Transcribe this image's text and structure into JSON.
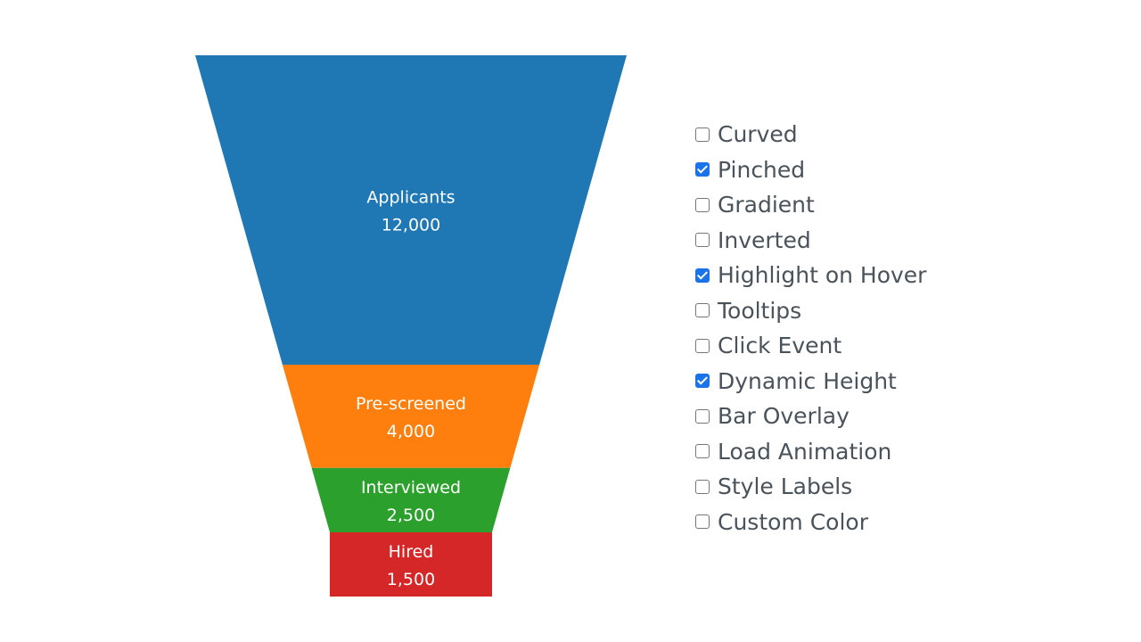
{
  "chart_data": {
    "type": "funnel",
    "categories": [
      "Applicants",
      "Pre-screened",
      "Interviewed",
      "Hired"
    ],
    "values": [
      12000,
      4000,
      2500,
      1500
    ],
    "value_labels": [
      "12,000",
      "4,000",
      "2,500",
      "1,500"
    ],
    "colors": [
      "#1f77b4",
      "#ff7f0e",
      "#2ca02c",
      "#d62728"
    ],
    "label_color": "#ffffff",
    "pinched": true,
    "dynamic_height": true
  },
  "options": [
    {
      "label": "Curved",
      "checked": false
    },
    {
      "label": "Pinched",
      "checked": true
    },
    {
      "label": "Gradient",
      "checked": false
    },
    {
      "label": "Inverted",
      "checked": false
    },
    {
      "label": "Highlight on Hover",
      "checked": true
    },
    {
      "label": "Tooltips",
      "checked": false
    },
    {
      "label": "Click Event",
      "checked": false
    },
    {
      "label": "Dynamic Height",
      "checked": true
    },
    {
      "label": "Bar Overlay",
      "checked": false
    },
    {
      "label": "Load Animation",
      "checked": false
    },
    {
      "label": "Style Labels",
      "checked": false
    },
    {
      "label": "Custom Color",
      "checked": false
    }
  ],
  "colors": {
    "option_text": "#4a525a",
    "checkbox_checked": "#1a73e8",
    "checkbox_border": "#767676"
  }
}
